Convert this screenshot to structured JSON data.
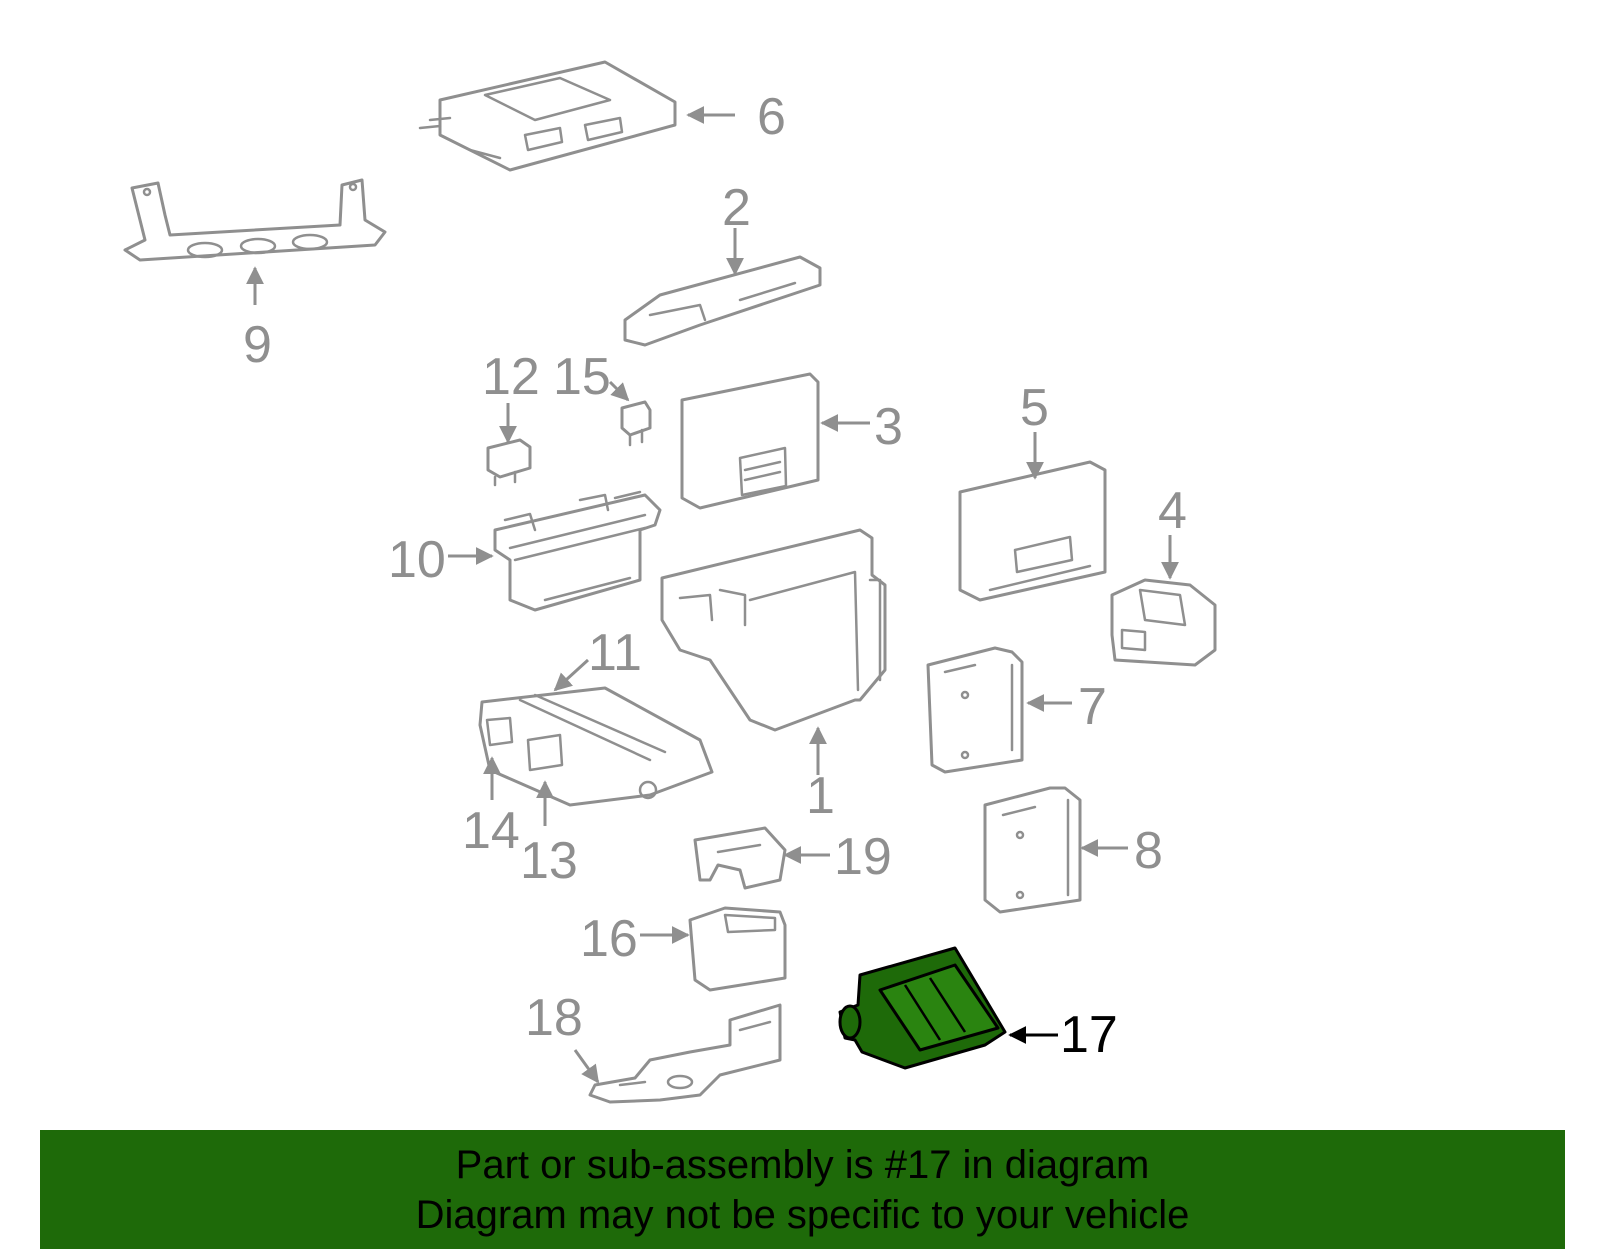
{
  "colors": {
    "outline": "#8f8f8f",
    "highlight_part": "#1e6a09",
    "banner_background": "#1e6a09",
    "text_highlight": "#000000"
  },
  "callouts": [
    {
      "id": "6",
      "text": "6"
    },
    {
      "id": "2",
      "text": "2"
    },
    {
      "id": "9",
      "text": "9"
    },
    {
      "id": "12",
      "text": "12"
    },
    {
      "id": "15",
      "text": "15"
    },
    {
      "id": "3",
      "text": "3"
    },
    {
      "id": "5",
      "text": "5"
    },
    {
      "id": "4",
      "text": "4"
    },
    {
      "id": "10",
      "text": "10"
    },
    {
      "id": "11",
      "text": "11"
    },
    {
      "id": "7",
      "text": "7"
    },
    {
      "id": "1",
      "text": "1"
    },
    {
      "id": "14",
      "text": "14"
    },
    {
      "id": "13",
      "text": "13"
    },
    {
      "id": "19",
      "text": "19"
    },
    {
      "id": "8",
      "text": "8"
    },
    {
      "id": "16",
      "text": "16"
    },
    {
      "id": "18",
      "text": "18"
    },
    {
      "id": "17",
      "text": "17",
      "highlighted": true
    }
  ],
  "banner": {
    "line1": "Part or sub-assembly is #17 in diagram",
    "line2": "Diagram may not be specific to your vehicle"
  }
}
